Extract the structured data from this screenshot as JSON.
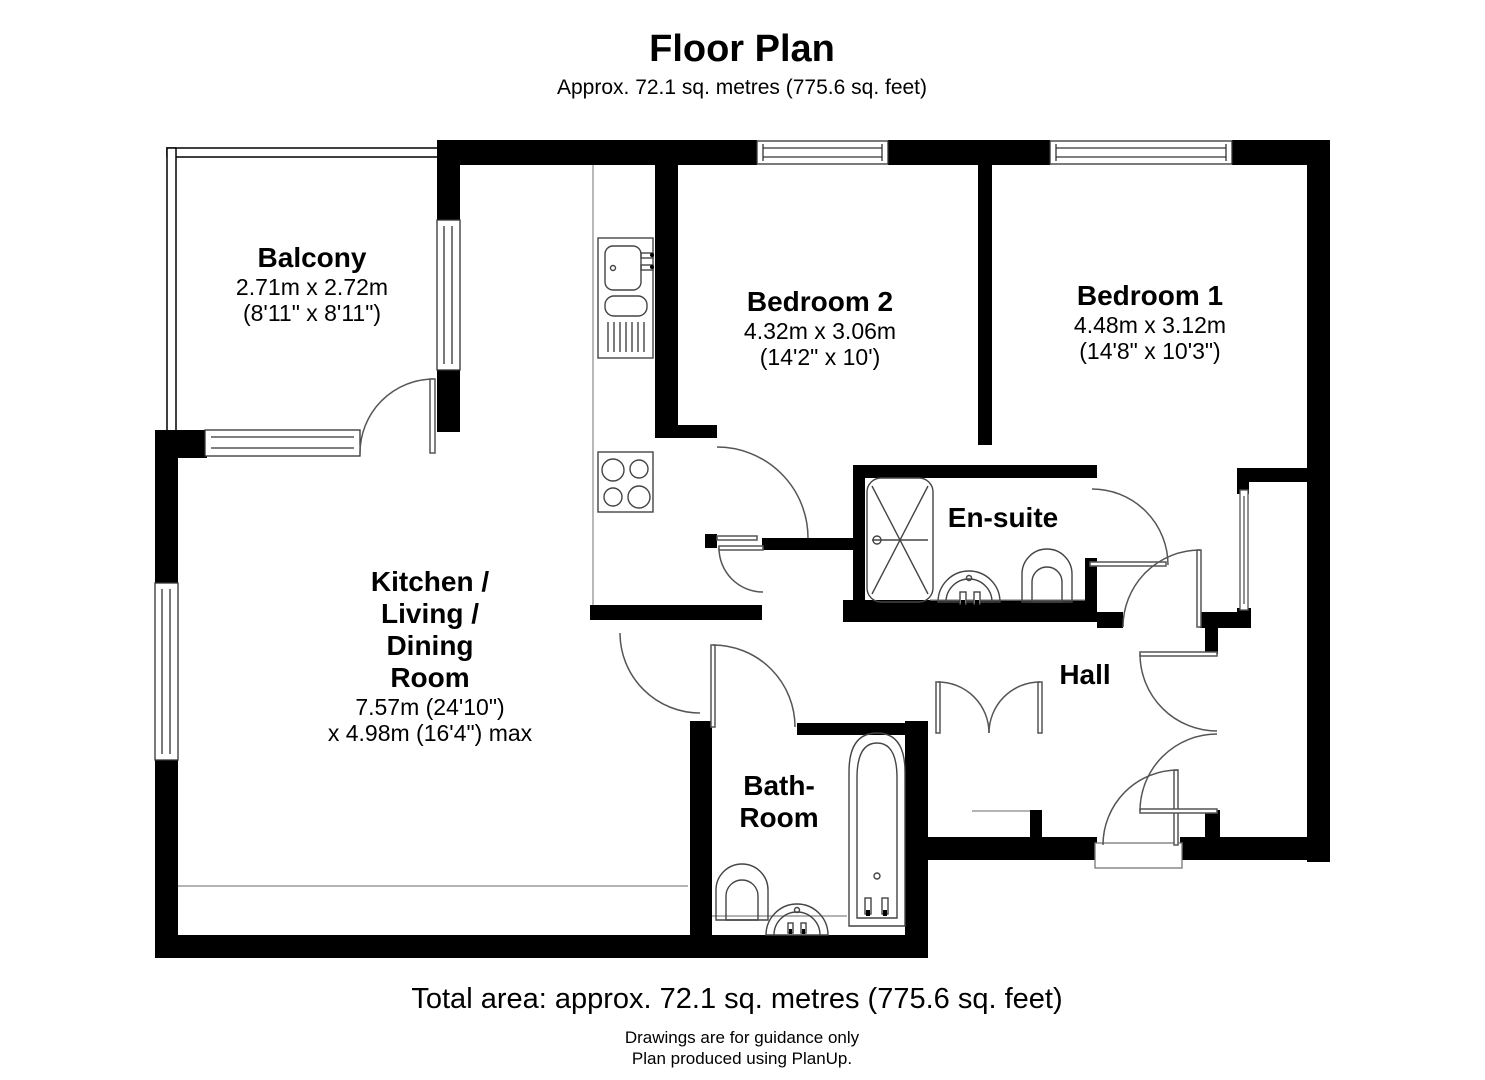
{
  "header": {
    "title": "Floor Plan",
    "subtitle": "Approx. 72.1 sq. metres (775.6 sq. feet)"
  },
  "rooms": {
    "balcony": {
      "name": "Balcony",
      "dims": [
        "2.71m x 2.72m",
        "(8'11\" x 8'11\")"
      ]
    },
    "bedroom2": {
      "name": "Bedroom 2",
      "dims": [
        "4.32m x 3.06m",
        "(14'2\" x 10')"
      ]
    },
    "bedroom1": {
      "name": "Bedroom 1",
      "dims": [
        "4.48m x 3.12m",
        "(14'8\" x 10'3\")"
      ]
    },
    "kitchen": {
      "lines": [
        "Kitchen /",
        "Living /",
        "Dining",
        "Room"
      ],
      "dims": [
        "7.57m (24'10\")",
        "x 4.98m (16'4\") max"
      ]
    },
    "ensuite": {
      "name": "En-suite"
    },
    "hall": {
      "name": "Hall"
    },
    "bathroom": {
      "lines": [
        "Bath-",
        "Room"
      ]
    }
  },
  "footer": {
    "total_area": "Total area: approx. 72.1 sq. metres (775.6 sq. feet)",
    "disclaimer": "Drawings are for guidance only",
    "credit": "Plan produced using PlanUp."
  },
  "colors": {
    "wall": "#000000",
    "door_line": "#555555",
    "window_frame": "#333333",
    "background": "#ffffff"
  }
}
